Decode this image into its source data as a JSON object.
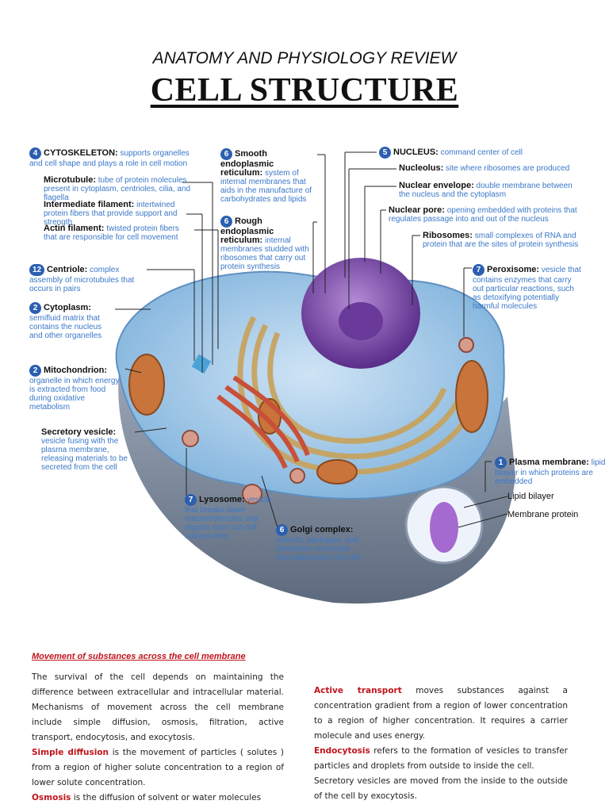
{
  "header": {
    "subtitle": "ANATOMY AND PHYSIOLOGY REVIEW",
    "title": "CELL STRUCTURE"
  },
  "labels": {
    "cytoskeleton": {
      "num": "4",
      "name": "CYTOSKELETON:",
      "desc": "supports organelles and cell shape and plays a role in cell motion"
    },
    "microtubule": {
      "name": "Microtubule:",
      "desc": "tube of protein molecules present in cytoplasm, centrioles, cilia, and flagella"
    },
    "intermediate": {
      "name": "Intermediate filament:",
      "desc": "intertwined protein fibers that provide support and strength"
    },
    "actin": {
      "name": "Actin filament:",
      "desc": "twisted protein fibers that are responsible for cell movement"
    },
    "centriole": {
      "num": "12",
      "name": "Centriole:",
      "desc": "complex assembly of microtubules that occurs in pairs"
    },
    "cytoplasm": {
      "num": "2",
      "name": "Cytoplasm:",
      "desc": "semifluid matrix that contains the nucleus and other organelles"
    },
    "mitochondrion": {
      "num": "2",
      "name": "Mitochondrion:",
      "desc": "organelle in which energy is extracted from food during oxidative metabolism"
    },
    "secretory": {
      "name": "Secretory vesicle:",
      "desc": "vesicle fusing with the plasma membrane, releasing materials to be secreted from the cell"
    },
    "smooth_er": {
      "num": "6",
      "name": "Smooth endoplasmic reticulum:",
      "desc": "system of internal membranes that aids in the manufacture of carbohydrates and lipids"
    },
    "rough_er": {
      "num": "6",
      "name": "Rough endoplasmic reticulum:",
      "desc": "internal membranes studded with ribosomes that carry out protein synthesis"
    },
    "nucleus": {
      "num": "5",
      "name": "NUCLEUS:",
      "desc": "command center of cell"
    },
    "nucleolus": {
      "name": "Nucleolus:",
      "desc": "site where ribosomes are produced"
    },
    "nuclear_envelope": {
      "name": "Nuclear envelope:",
      "desc": "double membrane between the nucleus and the cytoplasm"
    },
    "nuclear_pore": {
      "name": "Nuclear pore:",
      "desc": "opening embedded with proteins that regulates passage into and out of the nucleus"
    },
    "ribosomes": {
      "name": "Ribosomes:",
      "desc": "small complexes of RNA and protein that are the sites of protein synthesis"
    },
    "peroxisome": {
      "num": "7",
      "name": "Peroxisome:",
      "desc": "vesicle that contains enzymes that carry out particular reactions, such as detoxifying potentially harmful molecules"
    },
    "plasma_membrane": {
      "num": "1",
      "name": "Plasma membrane:",
      "desc": "lipid bilayer in which proteins are embedded"
    },
    "lipid_bilayer": {
      "name": "Lipid bilayer"
    },
    "membrane_protein": {
      "name": "Membrane protein"
    },
    "lysosome": {
      "num": "7",
      "name": "Lysosome:",
      "desc": "vesicle that breaks down macromolecules and digests worn out cell components"
    },
    "golgi": {
      "num": "6",
      "name": "Golgi complex:",
      "desc": "collects, packages, and distributes molecules manufactured in the cell"
    }
  },
  "section": {
    "title": "Movement of substances across the cell membrane",
    "left": {
      "intro": "The survival of the cell depends on maintaining the difference between extracellular and intracellular material. Mechanisms of movement across the cell membrane include simple diffusion, osmosis, filtration, active transport, endocytosis, and exocytosis.",
      "simple_term": "Simple diffusion",
      "simple_text": " is the movement of particles ( solutes ) from a region of higher solute concentration to a region of lower solute concentration.",
      "osmosis_term": "Osmosis",
      "osmosis_text": " is the diffusion of solvent or water molecules"
    },
    "right": {
      "active_term": "Active transport",
      "active_text": " moves substances against a concentration gradient from a region of lower concentration to a region of higher concentration. It requires a carrier molecule and uses energy.",
      "endo_term": "Endocytosis",
      "endo_text": " refers to the formation of vesicles to transfer particles and droplets from outside to inside the cell.",
      "secretory_text": "Secretory vesicles are moved from the inside to the outside of the cell by exocytosis."
    }
  }
}
